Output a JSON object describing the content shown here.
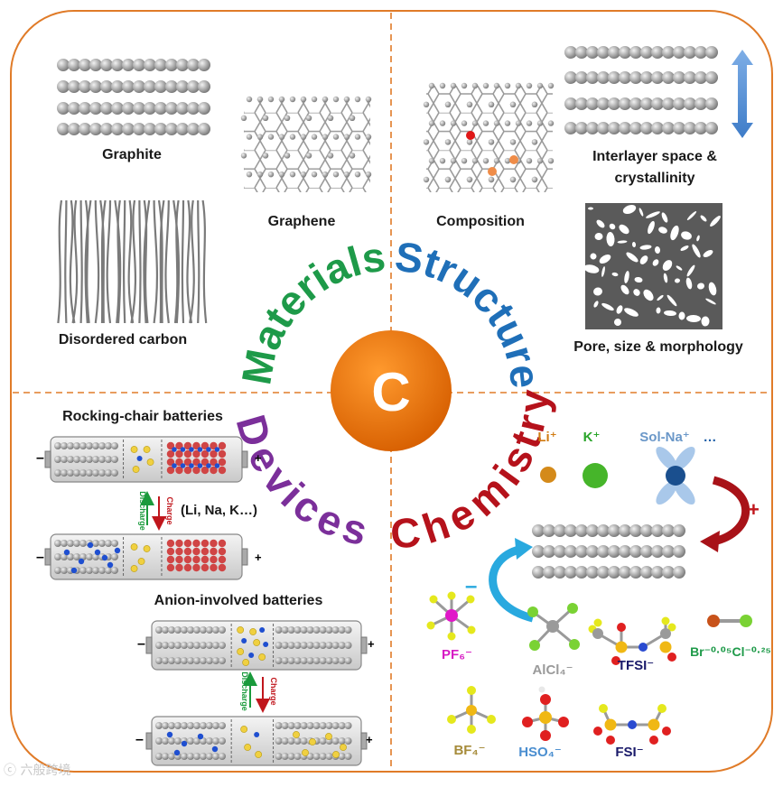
{
  "center": {
    "letter": "C"
  },
  "arcs": {
    "materials": {
      "text": "Materials",
      "color": "#1e9a49"
    },
    "structure": {
      "text": "Structure",
      "color": "#1f6fb8"
    },
    "devices": {
      "text": "Devices",
      "color": "#7b2f9a"
    },
    "chemistry": {
      "text": "Chemistry",
      "color": "#b5121b"
    }
  },
  "materials_labels": {
    "graphite": "Graphite",
    "graphene": "Graphene",
    "disordered": "Disordered carbon"
  },
  "structure_labels": {
    "composition": "Composition",
    "interlayer_1": "Interlayer space &",
    "interlayer_2": "crystallinity",
    "pore": "Pore, size & morphology"
  },
  "devices_labels": {
    "rocking": "Rocking-chair batteries",
    "anion": "Anion-involved batteries",
    "ions": "(Li, Na, K…)",
    "discharge": "Discharge",
    "charge": "Charge",
    "minus": "–",
    "plus": "+"
  },
  "chemistry_labels": {
    "cations": [
      "Li⁺",
      "K⁺",
      "Sol-Na⁺",
      "…"
    ],
    "plus_sign": "+",
    "minus_sign": "–",
    "anions": {
      "pf6": "PF₆⁻",
      "alcl4": "AlCl₄⁻",
      "tfsi": "TFSI⁻",
      "brcl": "Br⁻⁰·⁰⁵Cl⁻⁰·²⁵",
      "bf4": "BF₄⁻",
      "hso4": "HSO₄⁻",
      "fsi": "FSI⁻"
    }
  },
  "watermark": "ⓒ 六般跨境"
}
